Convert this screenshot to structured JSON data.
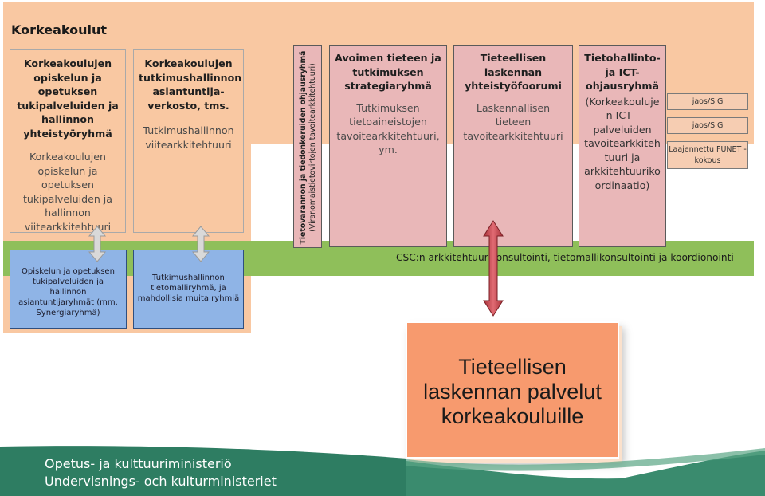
{
  "title": "Korkeakoulut",
  "boxes": {
    "b1": {
      "bold": "Korkeakoulujen opiskelun ja opetuksen tukipalveluiden ja hallinnon yhteistyöryhmä",
      "normal": "Korkeakoulujen opiskelun ja opetuksen tukipalveluiden ja hallinnon viitearkkitehtuuri"
    },
    "b2": {
      "bold": "Korkeakoulujen tutkimushallinnon asiantuntija-verkosto, tms.",
      "normal": "Tutkimushallinnon viitearkkitehtuuri"
    },
    "vertical": {
      "line1": "Tietovarannon ja tiedonkeruiden ohjausryhmä",
      "line2": "(Viranomaistietovirtojen tavoitearkkitehtuuri)"
    },
    "b3": {
      "bold": "Avoimen tieteen ja tutkimuksen strategiaryhmä",
      "normal": "Tutkimuksen tietoaineistojen tavoitearkkitehtuuri, ym."
    },
    "b4": {
      "bold": "Tieteellisen laskennan yhteistyöfoorumi",
      "normal": "Laskennallisen tieteen tavoitearkkitehtuuri"
    },
    "b5": {
      "bold": "Tietohallinto-ja ICT-ohjausryhmä",
      "normal": "(Korkeakouluje n ICT - palveluiden tavoitearkkiteh tuuri ja arkkitehtuuriko ordinaatio)"
    }
  },
  "sig": [
    "jaos/SIG",
    "jaos/SIG",
    "Laajennettu FUNET -kokous"
  ],
  "blue": {
    "b1": "Opiskelun ja opetuksen tukipalveluiden ja hallinnon asiantuntijaryhmät (mm. Synergiaryhmä)",
    "b2": "Tutkimushallinnon tietomalliryhmä, ja mahdollisia muita ryhmiä"
  },
  "csc": "CSC:n arkkitehtuurikonsultointi, tietomallikonsultointi ja koordionointi",
  "main": [
    "Tieteellisen",
    "laskennan palvelut",
    "korkeakouluille"
  ],
  "ministry": [
    "Opetus- ja kulttuuriministeriö",
    "Undervisnings- och kulturministeriet"
  ],
  "colors": {
    "peach": "#f9c8a2",
    "green": "#8fbf5a",
    "pink": "#e9b7b8",
    "blue": "#8fb4e6",
    "orange": "#f79a6e",
    "footer_green": "#2e7d62"
  }
}
